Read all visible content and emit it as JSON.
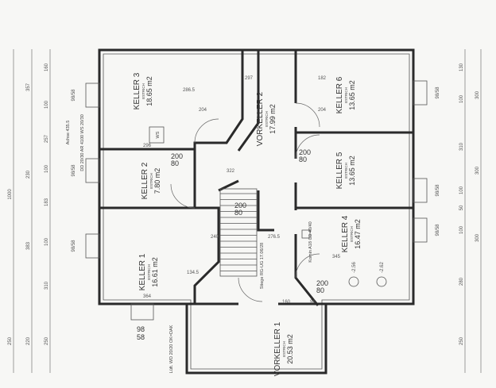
{
  "plan": {
    "rooms": [
      {
        "name": "KELLER 3",
        "floor": "ESTRICH",
        "area": "18.65 m2"
      },
      {
        "name": "VORKELLER 2",
        "floor": "ESTRICH",
        "area": "17.99 m2"
      },
      {
        "name": "KELLER 6",
        "floor": "ESTRICH",
        "area": "13.65 m2"
      },
      {
        "name": "KELLER 5",
        "floor": "ESTRICH",
        "area": "13.65 m2"
      },
      {
        "name": "KELLER 4",
        "floor": "ESTRICH",
        "area": "16.47 m2"
      },
      {
        "name": "KELLER 2",
        "floor": "ESTRICH",
        "area": "7.80 m2"
      },
      {
        "name": "KELLER 1",
        "floor": "ESTRICH",
        "area": "16.61 m2"
      },
      {
        "name": "VORKELLER 1",
        "floor": "ESTRICH",
        "area": "20.53 m2"
      }
    ],
    "window_label": "98/58",
    "window_label_top": "98",
    "window_label_bottom": "58",
    "door_labels": [
      "200",
      "80"
    ],
    "wc_label": "WS",
    "stair_label": "Stiege RG-UG 17.06/28",
    "chimney_label": "Komin A18 CD 40/40",
    "left_note": "DD 20/30 AR 4100 WS 20/30",
    "bottom_note": "Lüft. WD 20/20 OK=DAK",
    "levels": [
      "-2.56",
      "-2.62"
    ],
    "achse": "Achse 435.5",
    "dims_left": [
      [
        "1000",
        "250"
      ],
      [
        "357",
        "230",
        "383",
        "220"
      ],
      [
        "160",
        "100",
        "257",
        "100",
        "183",
        "100",
        "310",
        "250"
      ]
    ],
    "dims_right": [
      [
        "130",
        "100",
        "310",
        "100",
        "50",
        "100",
        "280",
        "250"
      ],
      [
        "300",
        "300",
        "300"
      ]
    ],
    "inner_dims": [
      "286.5",
      "296",
      "204",
      "297",
      "322",
      "240",
      "276.5",
      "364",
      "134.5",
      "160",
      "96",
      "345",
      "204",
      "182"
    ]
  }
}
